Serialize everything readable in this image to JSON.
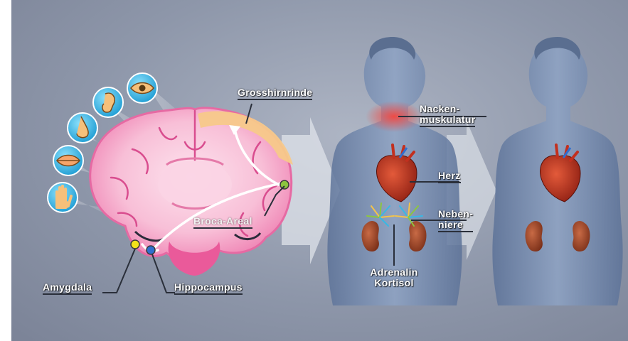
{
  "labels": {
    "grosshirnrinde": "Grosshirnrinde",
    "broca": "Broca-Areal",
    "amygdala": "Amygdala",
    "hippocampus": "Hippocampus",
    "nacken_1": "Nacken-",
    "nacken_2": "muskulatur",
    "herz": "Herz",
    "neben_1": "Neben-",
    "neben_2": "niere",
    "adrenalin": "Adrenalin",
    "kortisol": "Kortisol"
  },
  "senses": [
    "eye-icon",
    "ear-icon",
    "nose-icon",
    "mouth-icon",
    "hand-icon"
  ],
  "colors": {
    "brain_pink": "#f07bb0",
    "brain_light": "#f9c3d9",
    "cortex_orange": "#f7c98a",
    "body_blue": "#6f87ad",
    "heart_red": "#c2301f",
    "kidney": "#a0462a",
    "sense_cyan": "#39b8e4",
    "amygdala_yellow": "#f3e11a",
    "hippocampus_blue": "#2f6fd0",
    "broca_green": "#8cc63e"
  }
}
